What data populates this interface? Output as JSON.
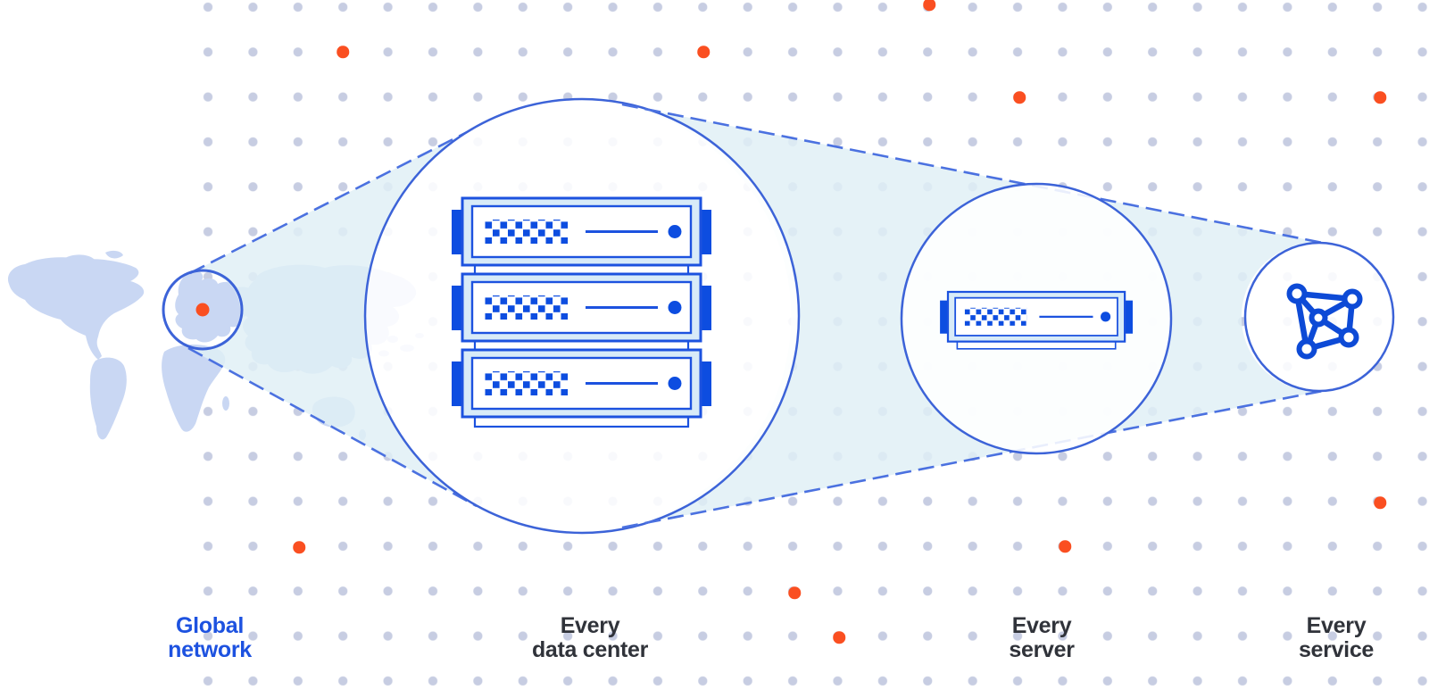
{
  "diagram_title": "network expansion illustration",
  "stages": [
    {
      "id": "global-network",
      "line1": "Global",
      "line2": "network",
      "icon": "world-map-with-region-circle",
      "emphasized": true
    },
    {
      "id": "every-data-center",
      "line1": "Every",
      "line2": "data center",
      "icon": "server-rack-3-units",
      "emphasized": false
    },
    {
      "id": "every-server",
      "line1": "Every",
      "line2": "server",
      "icon": "server-single-unit",
      "emphasized": false
    },
    {
      "id": "every-service",
      "line1": "Every",
      "line2": "service",
      "icon": "network-mesh",
      "emphasized": false
    }
  ],
  "colors": {
    "accent_label_blue": "#1d52e0",
    "label_dark": "#30333a",
    "illustration_solid_blue": "#0d4de0",
    "illustration_stroke_blue": "#1c52df",
    "circle_stroke_blue": "#3c63d8",
    "dashed_line_blue": "#4b71e0",
    "cone_fill_cyan": "#e0f0f6",
    "server_fill_light_blue": "#d8ebf8",
    "map_fill": "#c9d7f3",
    "dot_grid": "#c7cde2",
    "orange_accent": "#fa4f21",
    "background": "#ffffff"
  }
}
